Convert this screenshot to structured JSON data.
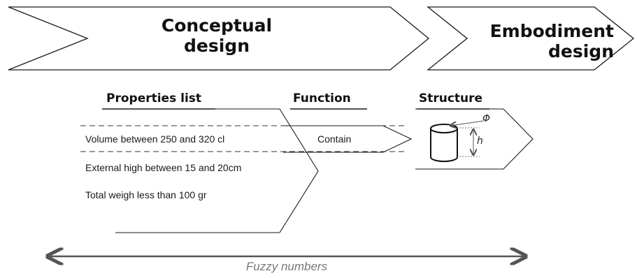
{
  "phases": {
    "conceptual": "Conceptual design",
    "embodiment": "Embodiment design"
  },
  "columns": {
    "properties": "Properties list",
    "function": "Function",
    "structure": "Structure"
  },
  "properties": [
    "Volume between 250 and 320 cl",
    "External high between 15 and 20cm",
    "Total weigh less than 100 gr"
  ],
  "function": {
    "label": "Contain"
  },
  "structure": {
    "diameter_symbol": "Φ",
    "height_symbol": "h"
  },
  "caption": "Fuzzy numbers",
  "colors": {
    "line": "#1a1a1a",
    "dashed": "#333333",
    "arrow": "#555555",
    "caption": "#777777"
  }
}
